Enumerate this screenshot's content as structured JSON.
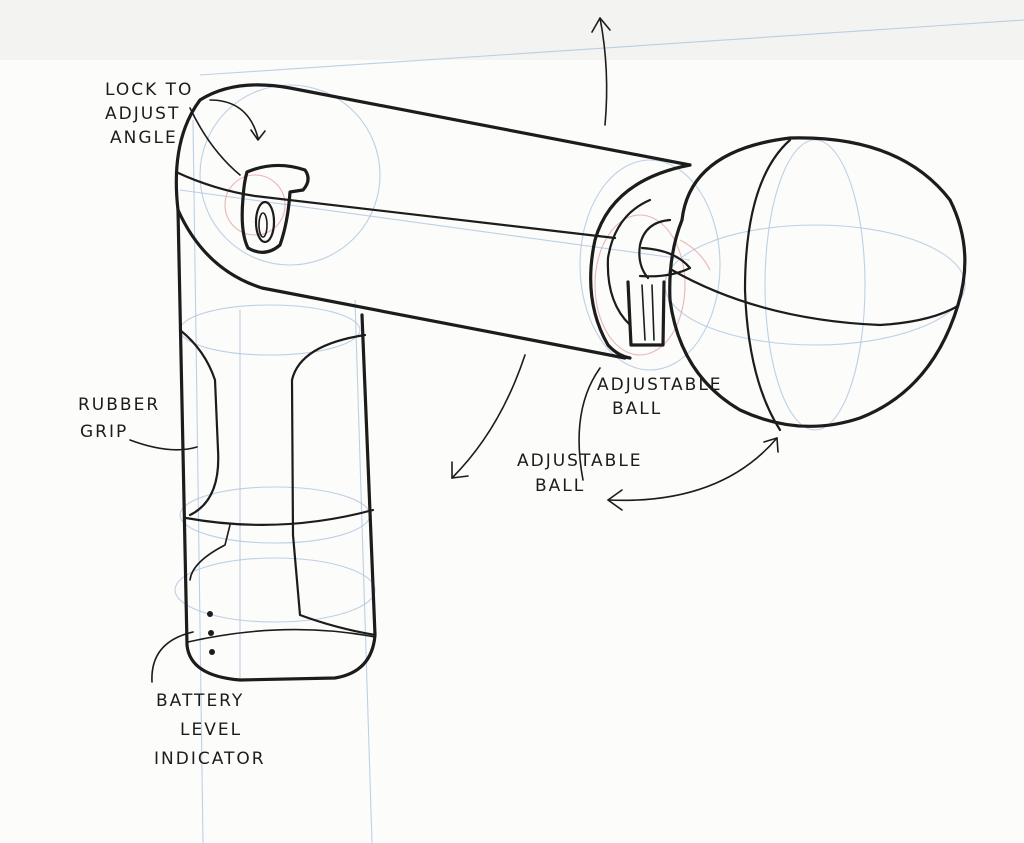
{
  "labels": {
    "lock_line1": "LOCK TO",
    "lock_line2": "ADJUST",
    "lock_line3": "ANGLE",
    "rubber_line1": "RUBBER",
    "rubber_line2": "GRIP",
    "adjustable_ball_1_line1": "ADJUSTABLE",
    "adjustable_ball_1_line2": "BALL",
    "adjustable_ball_2_line1": "ADJUSTABLE",
    "adjustable_ball_2_line2": "BALL",
    "battery_line1": "BATTERY",
    "battery_line2": "LEVEL",
    "battery_line3": "INDICATOR"
  },
  "colors": {
    "paper": "#ffffff",
    "ink": "#1c1c1c",
    "construction_blue": "#a9c1de",
    "construction_red": "#e3a3a3"
  }
}
